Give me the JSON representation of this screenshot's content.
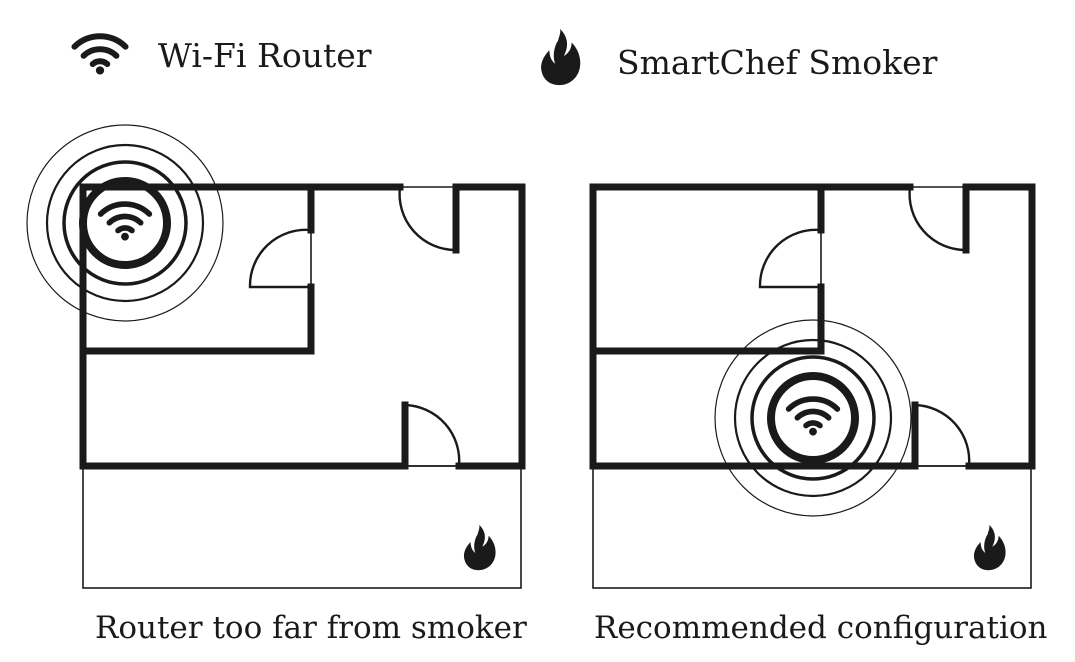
{
  "legend": {
    "router_label": "Wi-Fi Router",
    "router_icon": "wifi-icon",
    "smoker_label": "SmartChef Smoker",
    "smoker_icon": "flame-icon"
  },
  "panels": [
    {
      "caption": "Router too far from smoker"
    },
    {
      "caption": "Recommended configuration"
    }
  ],
  "colors": {
    "ink": "#1a1a1a",
    "background": "#ffffff"
  }
}
